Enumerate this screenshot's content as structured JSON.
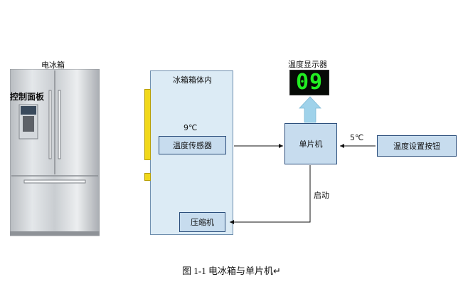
{
  "labels": {
    "fridge": "电冰箱",
    "control_panel": "控制面板",
    "cabinet_inside": "冰箱箱体内",
    "temp_reading": "9℃",
    "display_title": "温度显示器",
    "display_value": "09",
    "setpoint": "5℃",
    "start": "启动"
  },
  "boxes": {
    "sensor": "温度传感器",
    "compressor": "压缩机",
    "mcu": "单片机",
    "button": "温度设置按钮"
  },
  "caption": "图 1-1    电冰箱与单片机↵",
  "colors": {
    "box_fill": "#c7dcee",
    "box_border": "#2c4f7c",
    "cabinet_fill": "#dcebf5",
    "display_bg": "#060a06",
    "display_digit": "#22ee22",
    "arrow_up": "#9fd2ea",
    "door_strip": "#f1d81a"
  }
}
